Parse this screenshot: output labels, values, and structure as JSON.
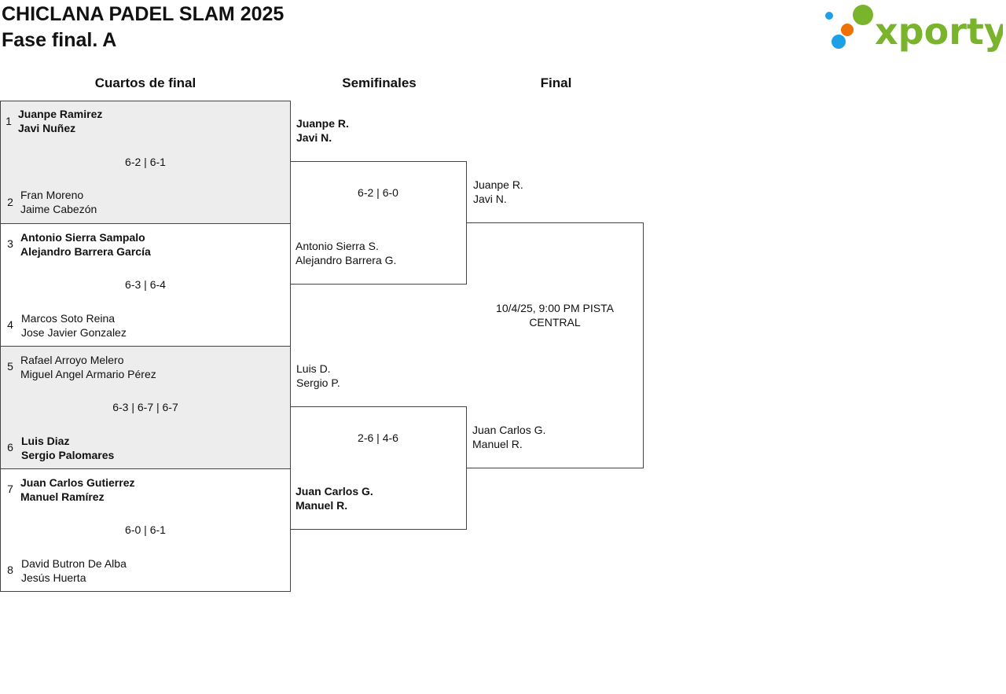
{
  "header": {
    "title_line1": "CHICLANA PADEL SLAM 2025",
    "title_line2": "Fase final. A",
    "logo_text": "xporty"
  },
  "rounds": {
    "quarterfinals": "Cuartos de final",
    "semifinals": "Semifinales",
    "final": "Final"
  },
  "quarterfinals": [
    {
      "score": "6-2 | 6-1",
      "team_a": {
        "seed": "1",
        "p1": "Juanpe Ramirez",
        "p2": "Javi Nuñez",
        "winner": true
      },
      "team_b": {
        "seed": "2",
        "p1": "Fran Moreno",
        "p2": "Jaime Cabezón",
        "winner": false
      }
    },
    {
      "score": "6-3 | 6-4",
      "team_a": {
        "seed": "3",
        "p1": "Antonio Sierra Sampalo",
        "p2": "Alejandro Barrera García",
        "winner": true
      },
      "team_b": {
        "seed": "4",
        "p1": "Marcos Soto Reina",
        "p2": "Jose Javier Gonzalez",
        "winner": false
      }
    },
    {
      "score": "6-3 | 6-7 | 6-7",
      "team_a": {
        "seed": "5",
        "p1": "Rafael Arroyo Melero",
        "p2": "Miguel Angel Armario Pérez",
        "winner": false
      },
      "team_b": {
        "seed": "6",
        "p1": "Luis Diaz",
        "p2": "Sergio Palomares",
        "winner": true
      }
    },
    {
      "score": "6-0 | 6-1",
      "team_a": {
        "seed": "7",
        "p1": "Juan Carlos Gutierrez",
        "p2": "Manuel Ramírez",
        "winner": true
      },
      "team_b": {
        "seed": "8",
        "p1": "David Butron De Alba",
        "p2": "Jesús Huerta",
        "winner": false
      }
    }
  ],
  "semifinals": [
    {
      "score": "6-2 | 6-0",
      "team_a": {
        "p1": "Juanpe R.",
        "p2": "Javi N.",
        "winner": true
      },
      "team_b": {
        "p1": "Antonio Sierra S.",
        "p2": "Alejandro Barrera G.",
        "winner": false
      }
    },
    {
      "score": "2-6 | 4-6",
      "team_a": {
        "p1": "Luis D.",
        "p2": "Sergio P.",
        "winner": false
      },
      "team_b": {
        "p1": "Juan Carlos G.",
        "p2": "Manuel R.",
        "winner": true
      }
    }
  ],
  "final": {
    "info": "10/4/25, 9:00 PM PISTA CENTRAL",
    "team_a": {
      "p1": "Juanpe R.",
      "p2": "Javi N."
    },
    "team_b": {
      "p1": "Juan Carlos G.",
      "p2": "Manuel R."
    }
  },
  "colors": {
    "shade": "#ededed",
    "logo_green": "#7ab42c",
    "logo_blue": "#1ea0e6",
    "logo_orange": "#ee7203"
  }
}
